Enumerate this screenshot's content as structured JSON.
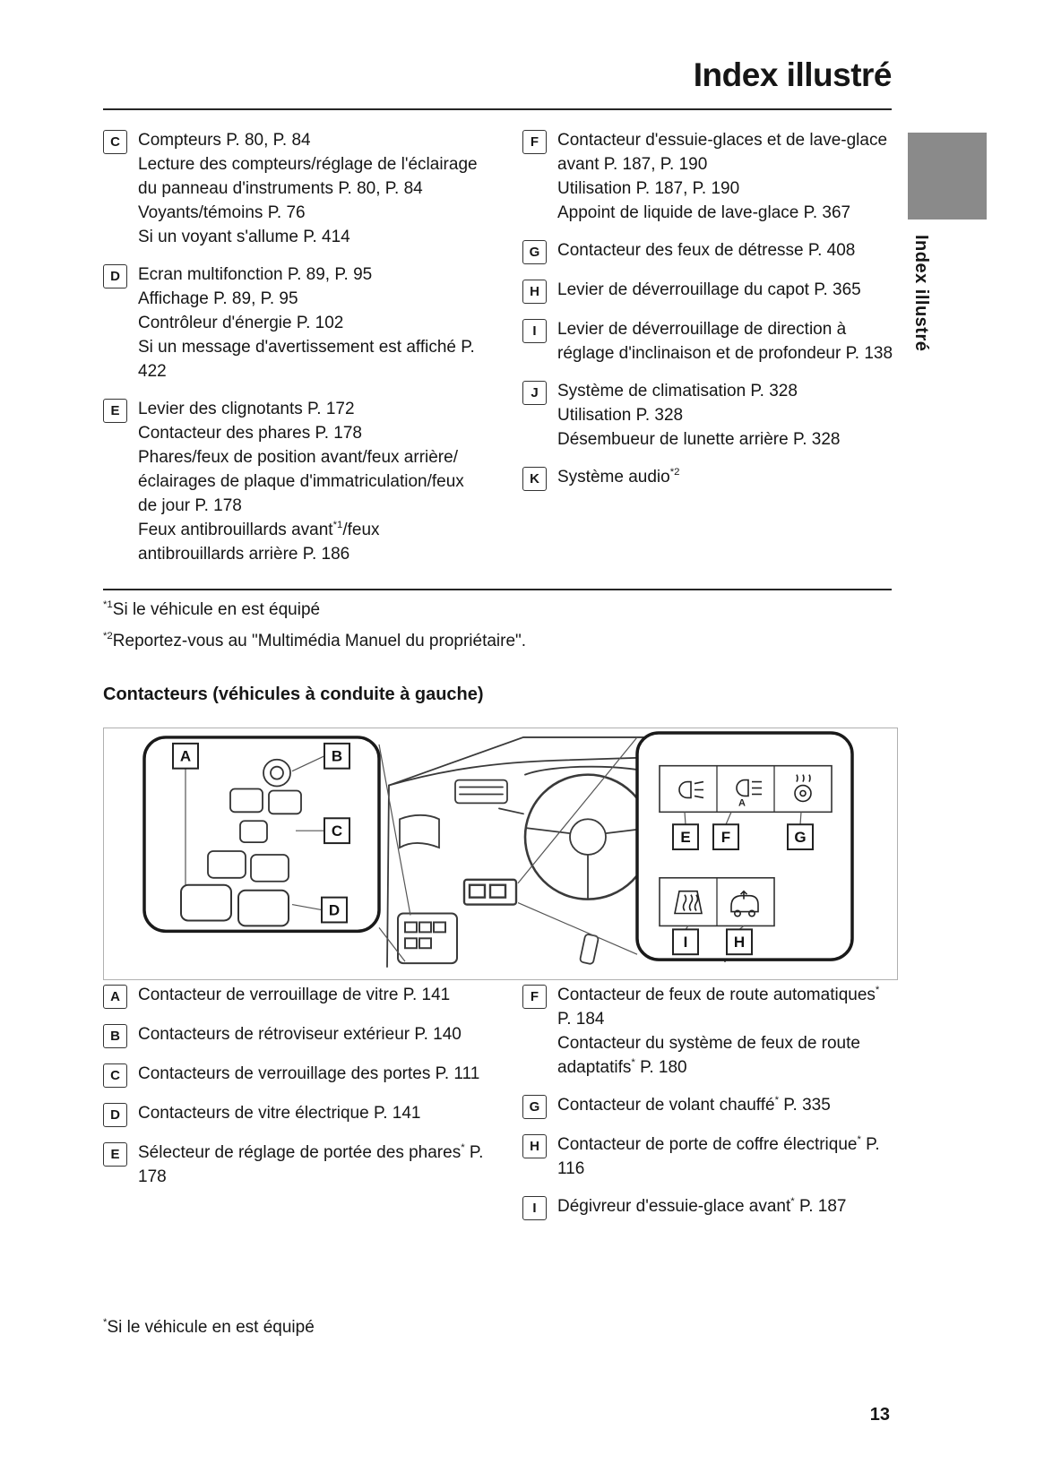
{
  "page": {
    "title": "Index illustré",
    "sidebar_label": "Index illustré",
    "page_number": "13",
    "section_heading": "Contacteurs (véhicules à conduite à gauche)",
    "footnote1_sup": "*1",
    "footnote1_text": "Si le véhicule en est équipé",
    "footnote2_sup": "*2",
    "footnote2_text": "Reportez-vous au \"Multimédia Manuel du propriétaire\".",
    "bottom_footnote_sup": "*",
    "bottom_footnote_text": "Si le véhicule en est équipé"
  },
  "top_list": {
    "left": [
      {
        "letter": "C",
        "title": "Compteurs P. 80, P. 84",
        "lines": [
          "Lecture des compteurs/réglage de l'éclairage du panneau d'instruments P. 80, P. 84",
          "Voyants/témoins P. 76",
          "Si un voyant s'allume P. 414"
        ]
      },
      {
        "letter": "D",
        "title": "Ecran multifonction P. 89, P. 95",
        "lines": [
          "Affichage P. 89, P. 95",
          "Contrôleur d'énergie P. 102",
          "Si un message d'avertissement est affiché P. 422"
        ]
      },
      {
        "letter": "E",
        "title": "Levier des clignotants P. 172",
        "lines": [
          "Contacteur des phares P. 178",
          "Phares/feux de position avant/feux arrière/éclairages de plaque d'immatriculation/feux de jour P. 178"
        ],
        "sup_line": {
          "pre": "Feux antibrouillards avant",
          "sup": "*1",
          "post": "/feux antibrouillards arrière P. 186"
        }
      }
    ],
    "right": [
      {
        "letter": "F",
        "title": "Contacteur d'essuie-glaces et de lave-glace avant P. 187, P. 190",
        "lines": [
          "Utilisation P. 187, P. 190",
          "Appoint de liquide de lave-glace P. 367"
        ]
      },
      {
        "letter": "G",
        "title": "Contacteur des feux de détresse P. 408"
      },
      {
        "letter": "H",
        "title": "Levier de déverrouillage du capot P. 365"
      },
      {
        "letter": "I",
        "title": "Levier de déverrouillage de direction à réglage d'inclinaison et de profondeur P. 138"
      },
      {
        "letter": "J",
        "title": "Système de climatisation P. 328",
        "lines": [
          "Utilisation P. 328",
          "Désembueur de lunette arrière P. 328"
        ]
      },
      {
        "letter": "K",
        "title_pre": "Système audio",
        "title_sup": "*2"
      }
    ]
  },
  "bottom_list": {
    "left": [
      {
        "letter": "A",
        "title": "Contacteur de verrouillage de vitre P. 141"
      },
      {
        "letter": "B",
        "title": "Contacteurs de rétroviseur extérieur P. 140"
      },
      {
        "letter": "C",
        "title": "Contacteurs de verrouillage des portes P. 111"
      },
      {
        "letter": "D",
        "title": "Contacteurs de vitre électrique P. 141"
      },
      {
        "letter": "E",
        "title_pre": "Sélecteur de réglage de portée des phares",
        "title_sup": "*",
        "title_post": " P. 178"
      }
    ],
    "right": [
      {
        "letter": "F",
        "title_pre": "Contacteur de feux de route automatiques",
        "title_sup": "*",
        "title_post": " P. 184",
        "line_pre": "Contacteur du système de feux de route adaptatifs",
        "line_sup": "*",
        "line_post": " P. 180"
      },
      {
        "letter": "G",
        "title_pre": "Contacteur de volant chauffé",
        "title_sup": "*",
        "title_post": " P. 335"
      },
      {
        "letter": "H",
        "title_pre": "Contacteur de porte de coffre électrique",
        "title_sup": "*",
        "title_post": " P. 116"
      },
      {
        "letter": "I",
        "title_pre": "Dégivreur d'essuie-glace avant",
        "title_sup": "*",
        "title_post": " P. 187"
      }
    ]
  },
  "illustration": {
    "callouts": {
      "A": "A",
      "B": "B",
      "C": "C",
      "D": "D",
      "E": "E",
      "F": "F",
      "G": "G",
      "H": "H",
      "I": "I"
    },
    "auto_beam_letter": "A",
    "icons": [
      "headlight-leveling-icon",
      "auto-high-beam-icon",
      "heated-steering-wheel-icon",
      "windshield-defogger-icon",
      "power-back-door-icon"
    ]
  }
}
